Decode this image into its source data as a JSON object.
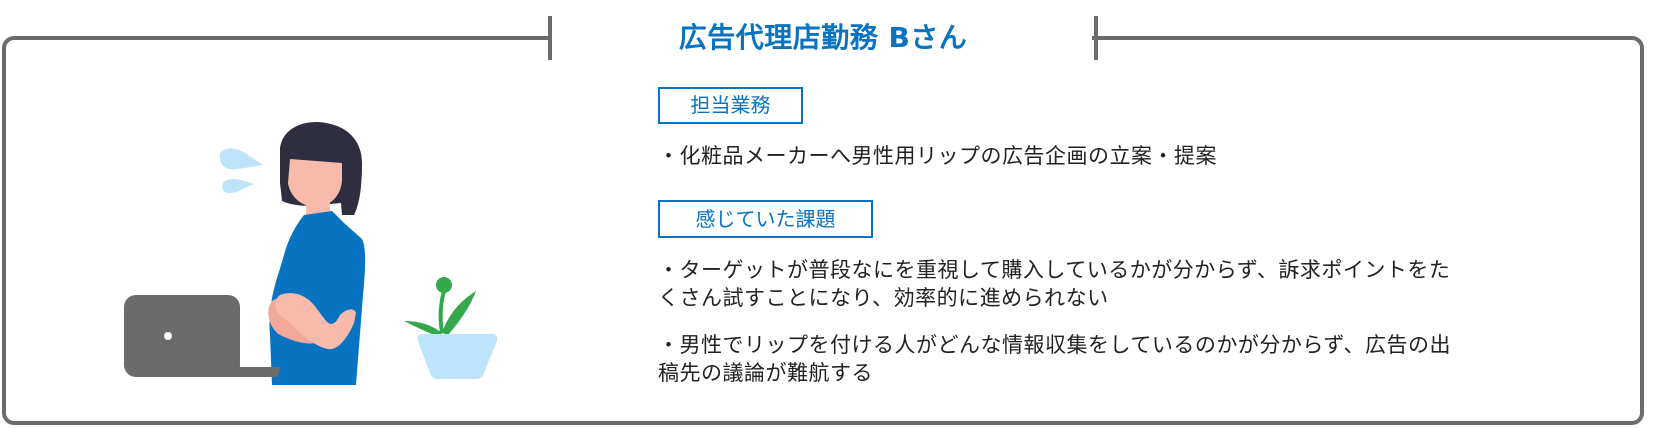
{
  "card": {
    "title": "広告代理店勤務 Bさん",
    "sections": [
      {
        "label": "担当業務",
        "bullets": [
          {
            "lines": [
              "・化粧品メーカーへ男性用リップの広告企画の立案・提案"
            ]
          }
        ]
      },
      {
        "label": "感じていた課題",
        "bullets": [
          {
            "lines": [
              "・ターゲットが普段なにを重視して購入しているかが分からず、訴求ポイントをた",
              "くさん試すことになり、効率的に進められない"
            ]
          },
          {
            "lines": [
              "・男性でリップを付ける人がどんな情報収集をしているのかが分からず、広告の出",
              "稿先の議論が難航する"
            ]
          }
        ]
      }
    ]
  },
  "illustration": {
    "description": "woman-with-crossed-arms-sighing-next-to-laptop-and-plant",
    "icons": [
      "sigh-puff-icon",
      "person-icon",
      "laptop-icon",
      "potted-plant-icon"
    ]
  },
  "colors": {
    "accent": "#0773c1",
    "frame": "#6b6b6b",
    "text": "#222222",
    "hair": "#2f2e41",
    "skin": "#f8bbab",
    "shirt": "#0773c1",
    "laptop": "#6b6b6b",
    "pot": "#bde4fa",
    "plant": "#34a84a",
    "puff": "#bde4fa"
  }
}
